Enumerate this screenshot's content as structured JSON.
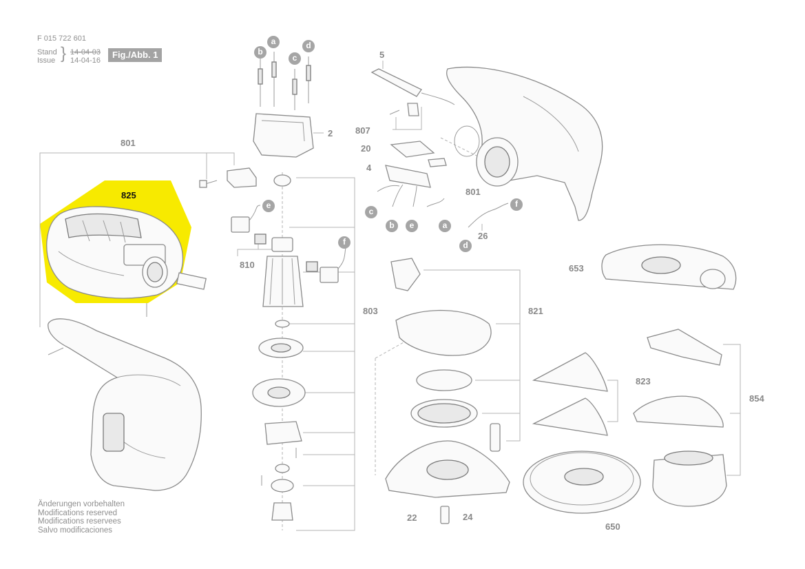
{
  "header": {
    "drawing_number": "F 015 722 601",
    "stand_label": "Stand",
    "issue_label": "Issue",
    "stand_date": "14-04-03",
    "issue_date": "14-04-16",
    "figure_label": "Fig./Abb. 1"
  },
  "part_numbers": {
    "p801a": "801",
    "p825": "825",
    "p2": "2",
    "p5": "5",
    "p807": "807",
    "p20": "20",
    "p4": "4",
    "p801b": "801",
    "p26": "26",
    "p810": "810",
    "p803": "803",
    "p821": "821",
    "p653": "653",
    "p823": "823",
    "p854": "854",
    "p22": "22",
    "p24": "24",
    "p650": "650"
  },
  "wire_labels": {
    "a": "a",
    "b": "b",
    "c": "c",
    "d": "d",
    "e": "e",
    "f": "f"
  },
  "footer": {
    "line1": "Änderungen vorbehalten",
    "line2": "Modifications reserved",
    "line3": "Modifications reservees",
    "line4": "Salvo modificaciones"
  },
  "colors": {
    "highlight": "#f7ea00",
    "line": "#b3b3b3",
    "part_stroke": "#8a8a8a",
    "bubble": "#a5a5a5"
  }
}
